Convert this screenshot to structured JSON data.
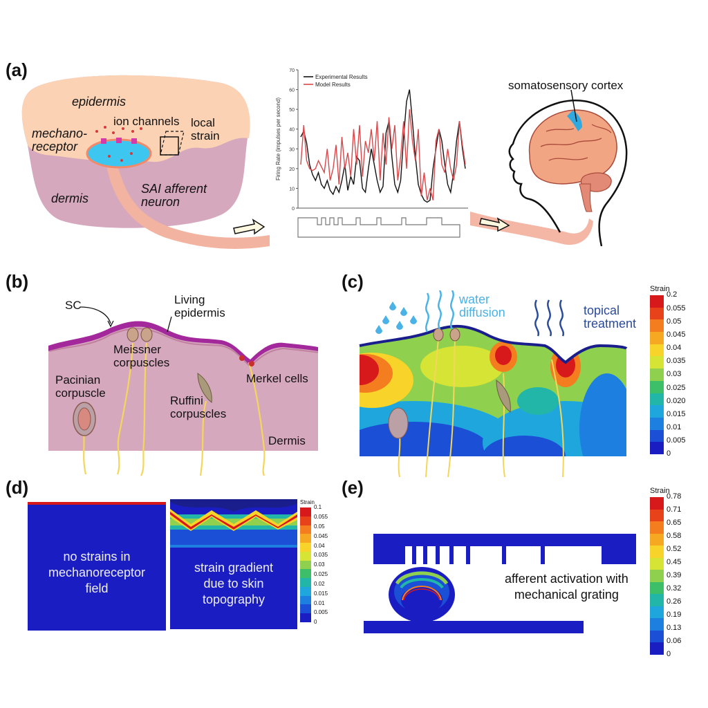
{
  "panels": {
    "a": {
      "label": "(a)",
      "epidermis": "epidermis",
      "dermis": "dermis",
      "ion_channels": "ion channels",
      "mechanoreceptor": "mechano-\nreceptor",
      "local_strain": "local\nstrain",
      "afferent": "SAI afferent\nneuron",
      "cortex": "somatosensory cortex"
    },
    "b": {
      "label": "(b)",
      "sc": "SC",
      "living_epidermis": "Living\nepidermis",
      "meissner": "Meissner\ncorpuscles",
      "pacinian": "Pacinian\ncorpuscle",
      "ruffini": "Ruffini\ncorpuscles",
      "merkel": "Merkel cells",
      "dermis": "Dermis"
    },
    "c": {
      "label": "(c)",
      "water": "water\ndiffusion",
      "topical": "topical\ntreatment"
    },
    "d": {
      "label": "(d)",
      "left_text": "no strains in\nmechanoreceptor\nfield",
      "right_text": "strain gradient\ndue to skin\ntopography"
    },
    "e": {
      "label": "(e)",
      "text": "afferent activation with\nmechanical grating"
    }
  },
  "colorbars": {
    "c": {
      "title": "Strain",
      "ticks": [
        "0.2",
        "0.055",
        "0.05",
        "0.045",
        "0.04",
        "0.035",
        "0.03",
        "0.025",
        "0.020",
        "0.015",
        "0.01",
        "0.005",
        "0"
      ]
    },
    "d": {
      "title": "Strain",
      "ticks": [
        "0.1",
        "0.055",
        "0.05",
        "0.045",
        "0.04",
        "0.035",
        "0.03",
        "0.025",
        "0.02",
        "0.015",
        "0.01",
        "0.005",
        "0"
      ]
    },
    "e": {
      "title": "Strain",
      "ticks": [
        "0.78",
        "0.71",
        "0.65",
        "0.58",
        "0.52",
        "0.45",
        "0.39",
        "0.32",
        "0.26",
        "0.19",
        "0.13",
        "0.06",
        "0"
      ]
    }
  },
  "colors": {
    "strain_scale": [
      "#d7191c",
      "#e8421a",
      "#f47d20",
      "#f7a823",
      "#f8d32a",
      "#d6e436",
      "#8fd14f",
      "#3dbf6a",
      "#21b6a8",
      "#1fa7dd",
      "#1d7fe0",
      "#1a4fd6",
      "#1a1ec2"
    ],
    "epidermis": "#fbd3b4",
    "dermis": "#d6a8bd",
    "stratum_corneum": "#a2289c",
    "experimental": "#111111",
    "model": "#d9474a"
  },
  "chart_data": {
    "type": "line",
    "ylabel": "Firing Rate (impulses per second)",
    "ylim": [
      0,
      70
    ],
    "yticks": [
      "0",
      "10",
      "20",
      "30",
      "40",
      "50",
      "60",
      "70"
    ],
    "series": [
      {
        "name": "Experimental Results",
        "values": [
          36,
          39,
          33,
          22,
          17,
          14,
          18,
          12,
          10,
          14,
          9,
          7,
          11,
          8,
          14,
          22,
          9,
          16,
          12,
          26,
          24,
          10,
          8,
          20,
          30,
          22,
          14,
          8,
          11,
          38,
          44,
          26,
          12,
          8,
          14,
          36,
          54,
          60,
          44,
          26,
          12,
          7,
          4,
          3,
          4,
          20,
          30,
          40,
          34,
          22,
          12,
          8,
          18,
          34,
          44,
          30,
          20
        ]
      },
      {
        "name": "Model Results",
        "values": [
          22,
          42,
          24,
          20,
          19,
          20,
          24,
          21,
          18,
          30,
          14,
          20,
          32,
          12,
          36,
          20,
          28,
          16,
          40,
          22,
          42,
          16,
          34,
          28,
          40,
          24,
          44,
          14,
          38,
          22,
          46,
          30,
          42,
          14,
          26,
          44,
          20,
          50,
          34,
          24,
          40,
          6,
          18,
          4,
          10,
          4,
          34,
          40,
          22,
          18,
          30,
          20,
          14,
          22,
          44,
          32,
          22
        ]
      }
    ]
  }
}
